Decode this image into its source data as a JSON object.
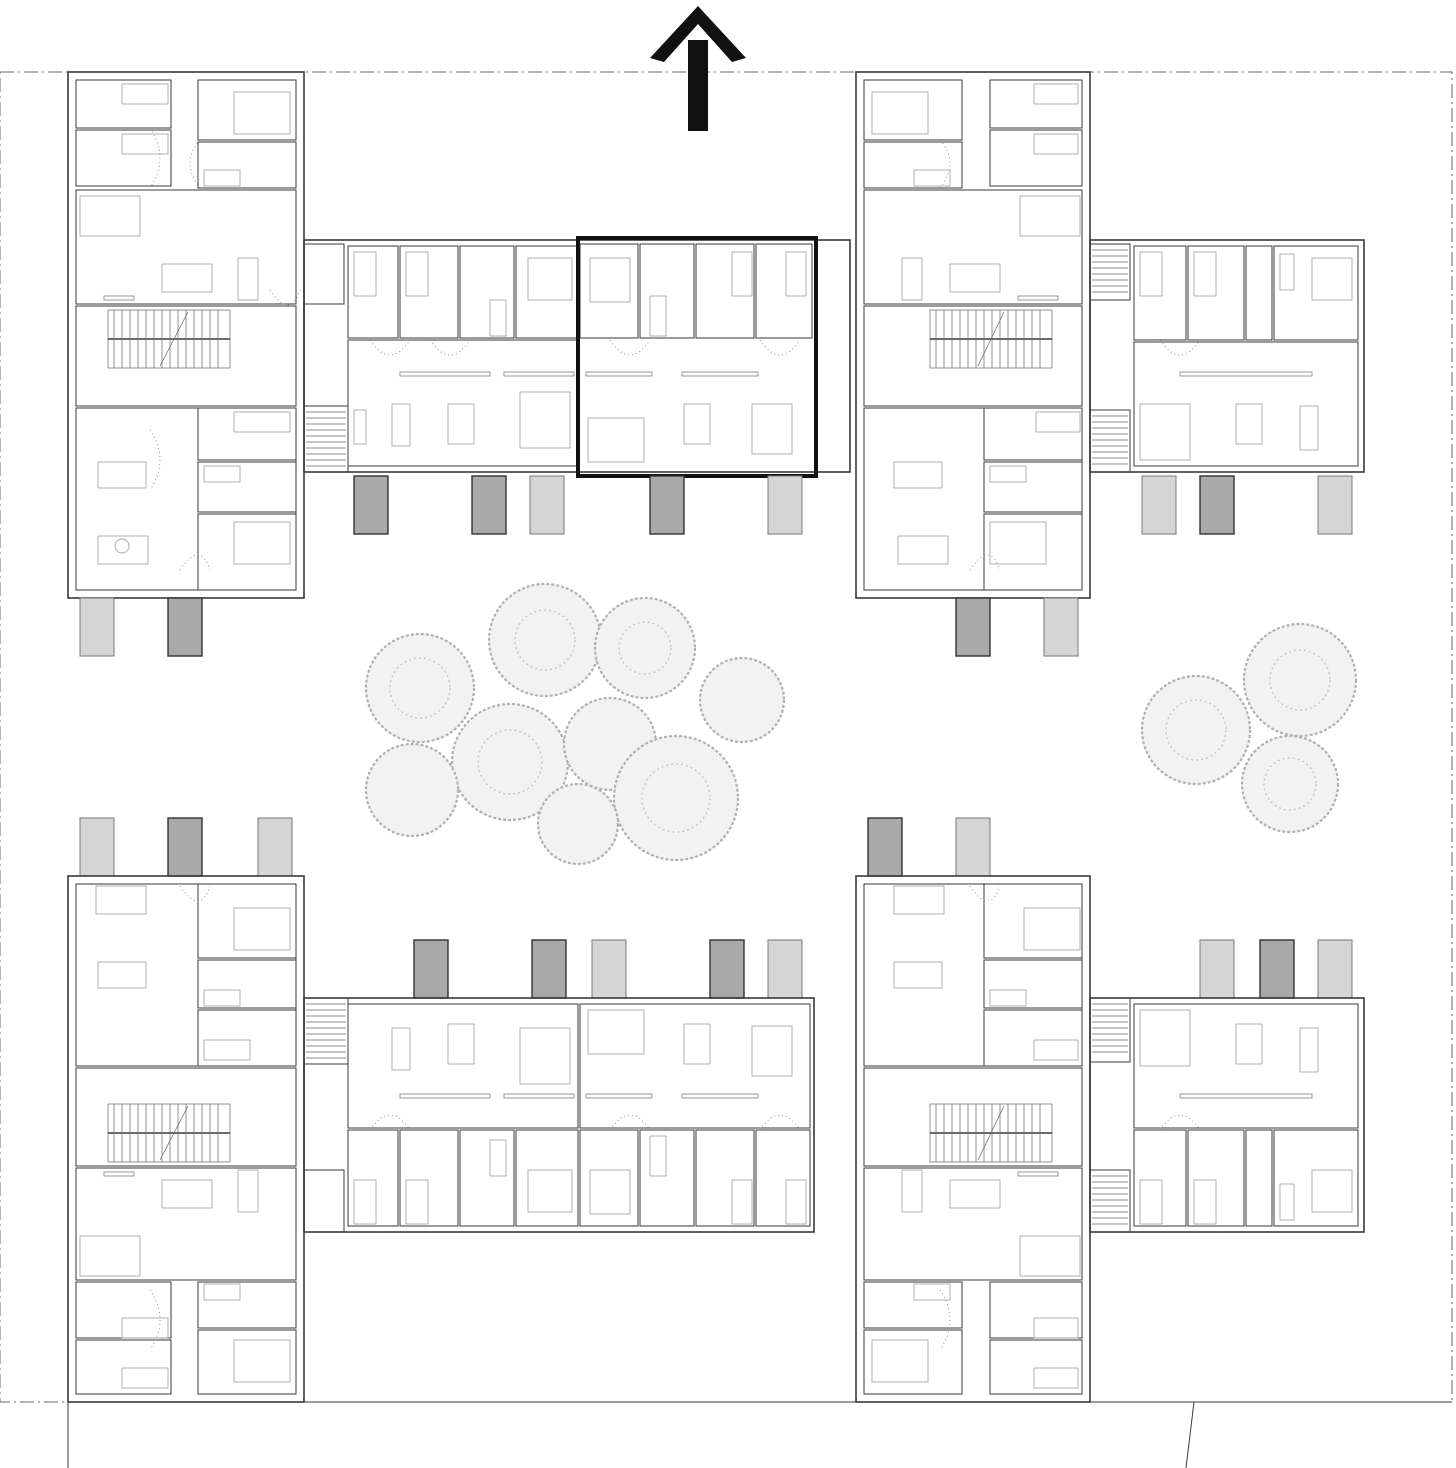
{
  "drawing": {
    "type": "floor-plan",
    "north_arrow": "north-arrow-icon",
    "colors": {
      "walls": "#3a3a3a",
      "furniture": "#a8a8a8",
      "trees": "#b0b0b0",
      "balcony_light": "#d6d6d6",
      "balcony_dark": "#a9a9a9",
      "highlight": "#111111"
    },
    "buildings": [
      "north-building",
      "south-building"
    ],
    "highlighted_unit": "north-building-unit"
  }
}
